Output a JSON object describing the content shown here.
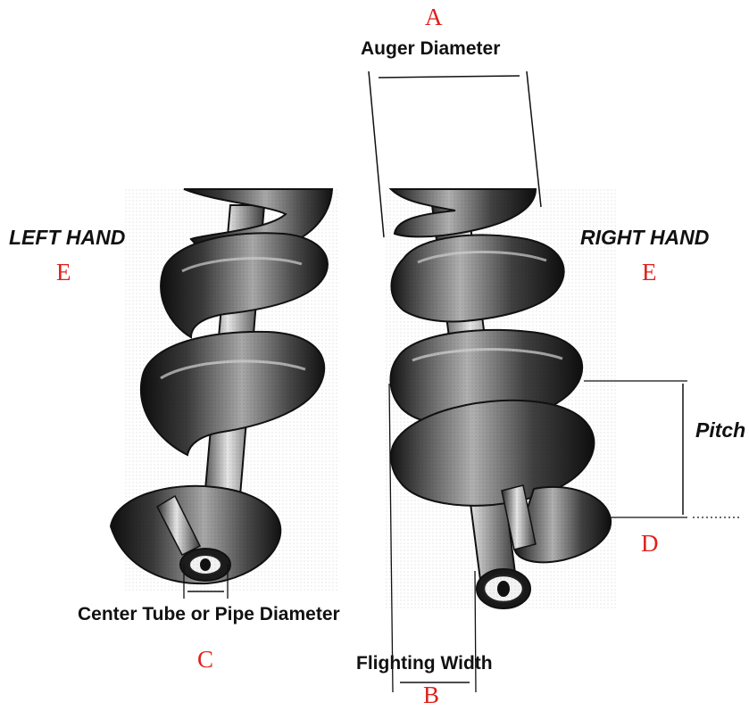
{
  "letters": {
    "a": "A",
    "b": "B",
    "c": "C",
    "d": "D",
    "e_left": "E",
    "e_right": "E"
  },
  "labels": {
    "auger_diameter": "Auger Diameter",
    "left_hand": "LEFT HAND",
    "right_hand": "RIGHT HAND",
    "pitch": "Pitch",
    "center_tube": "Center Tube or Pipe Diameter",
    "flighting_width": "Flighting Width"
  },
  "colors": {
    "letter": "#e0201b",
    "text": "#111111",
    "steel_dark": "#1a1a1a",
    "steel_mid": "#6e6e6e",
    "steel_light": "#d9d9d9"
  }
}
